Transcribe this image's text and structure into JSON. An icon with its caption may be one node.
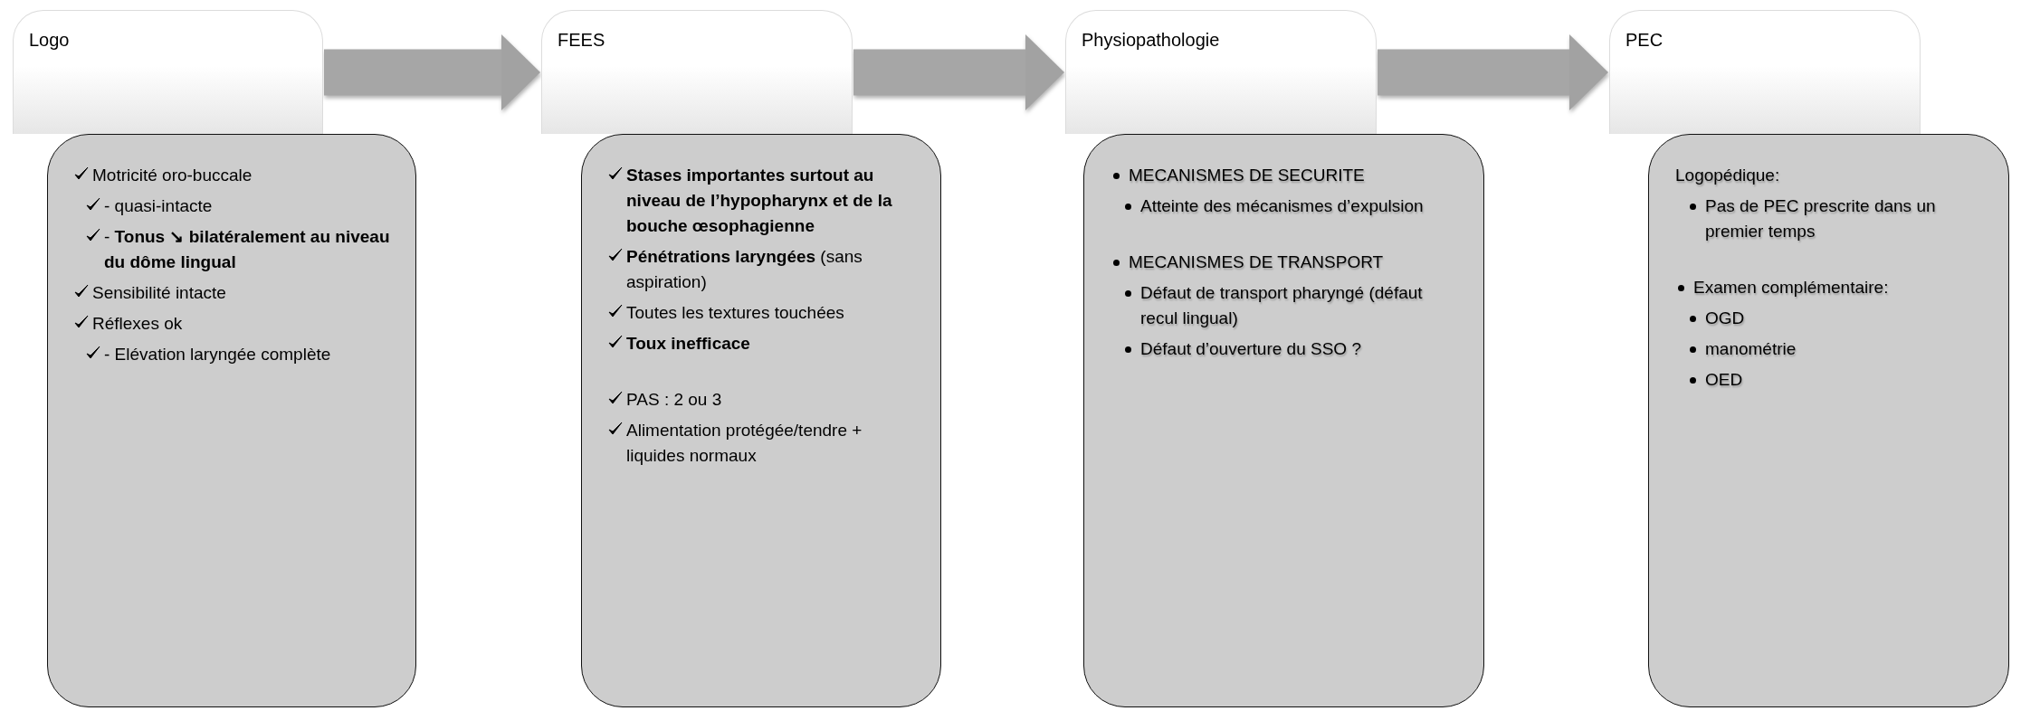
{
  "diagram": {
    "nodes": [
      {
        "text": [
          "Logo"
        ]
      },
      {
        "text": [
          "Motricité oro-buccale",
          "- quasi-intacte",
          "- **Tonus ↘ bilatéralement au niveau du dôme lingual**",
          "Sensibilité intacte",
          "Réflexes ok",
          "- Elévation laryngée complète"
        ]
      },
      {
        "text": [
          "FEES"
        ]
      },
      {
        "text": [
          "Stases importantes surtout au niveau de l’hypopharynx et de la bouche œsophagienne",
          "**Pénétrations laryngées** (sans aspiration)",
          "Toutes les textures touchées",
          "Toux inefficace",
          "PAS : 2 ou 3",
          "Alimentation protégée/tendre + liquides normaux"
        ]
      },
      {
        "text": [
          "Physiopathologie"
        ]
      },
      {
        "text": [
          "MECANISMES DE SECURITE",
          "Atteinte des mécanismes d’expulsion",
          "MECANISMES DE TRANSPORT",
          "Défaut de transport pharyngé (défaut recul lingual)",
          "Défaut d’ouverture du SSO ?"
        ]
      },
      {
        "text": [
          "PEC"
        ]
      },
      {
        "text": [
          "Logopédique:",
          "Pas de PEC prescrite dans un premier temps",
          "Examen complémentaire:",
          "OGD",
          "manométrie",
          "OED"
        ]
      }
    ],
    "edges": [
      {
        "from": 0,
        "to": 2,
        "arrow": "to"
      },
      {
        "from": 2,
        "to": 4,
        "arrow": "to"
      },
      {
        "from": 4,
        "to": 6,
        "arrow": "to"
      }
    ]
  }
}
